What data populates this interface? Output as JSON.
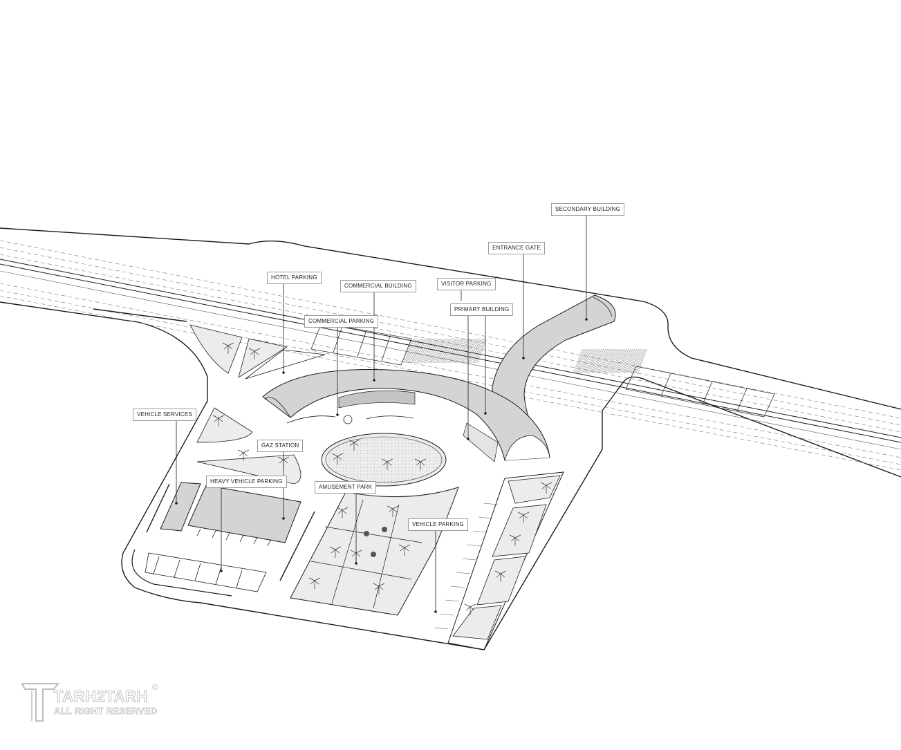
{
  "plan": {
    "labels": {
      "secondary_building": "SECONDARY BUILDING",
      "entrance_gate": "ENTRANCE GATE",
      "hotel_parking": "HOTEL PARKING",
      "commercial_building": "COMMERCIAL BUILDING",
      "visitor_parking": "VISITOR PARKING",
      "primary_building": "PRIMARY BUILDING",
      "commercial_parking": "COMMERCIAL PARKING",
      "vehicle_services": "VEHICLE SERVICES",
      "gaz_station": "GAZ STATION",
      "heavy_vehicle_parking": "HEAVY VEHICLE PARKING",
      "amusement_park": "AMUSEMENT PARK",
      "vehicle_parking": "VEHICLE PARKING"
    }
  },
  "watermark": {
    "brand": "TARH2TARH",
    "rights": "ALL RIGHT RESERVED",
    "copyright": "©"
  },
  "colors": {
    "line": "#1a1a1a",
    "fill_building": "#d4d4d4",
    "fill_park": "#ececec",
    "label_border": "#9a9a9a",
    "watermark": "#bdbdbd"
  }
}
